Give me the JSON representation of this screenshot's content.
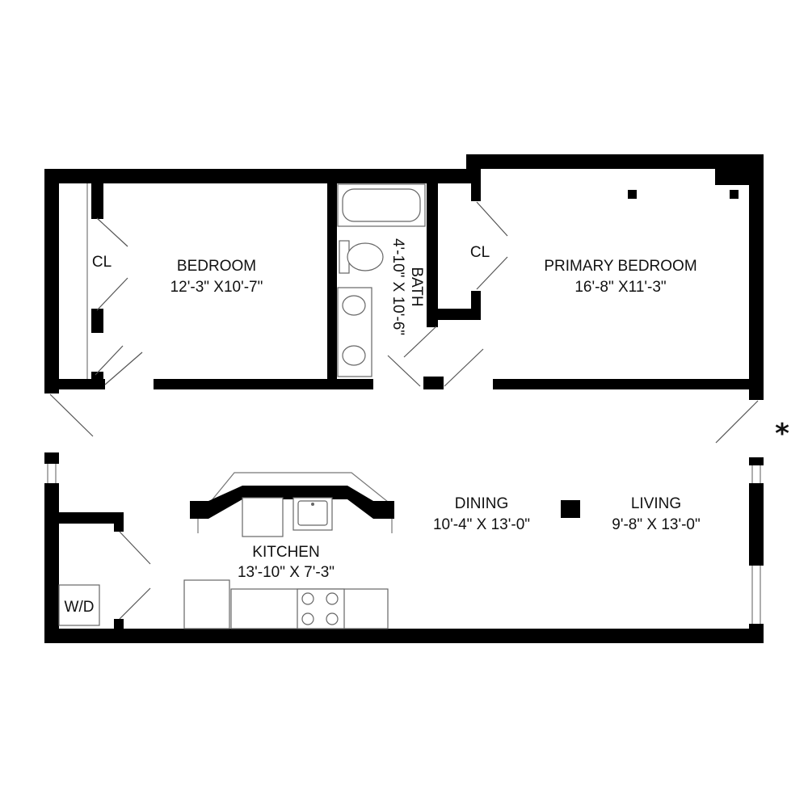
{
  "rooms": {
    "bedroom": {
      "name": "BEDROOM",
      "dims": "12'-3\" X10'-7\""
    },
    "primary_bedroom": {
      "name": "PRIMARY BEDROOM",
      "dims": "16'-8\" X11'-3\""
    },
    "bath": {
      "name": "BATH",
      "dims": "4'-10\" X 10'-6\""
    },
    "kitchen": {
      "name": "KITCHEN",
      "dims": "13'-10\" X 7'-3\""
    },
    "dining": {
      "name": "DINING",
      "dims": "10'-4\" X 13'-0\""
    },
    "living": {
      "name": "LIVING",
      "dims": "9'-8\" X 13'-0\""
    }
  },
  "closet_left": "CL",
  "closet_right": "CL",
  "laundry": "W/D",
  "entry_marker": "*",
  "colors": {
    "wall": "#000000",
    "fixture_line": "#666666",
    "background": "#ffffff"
  }
}
